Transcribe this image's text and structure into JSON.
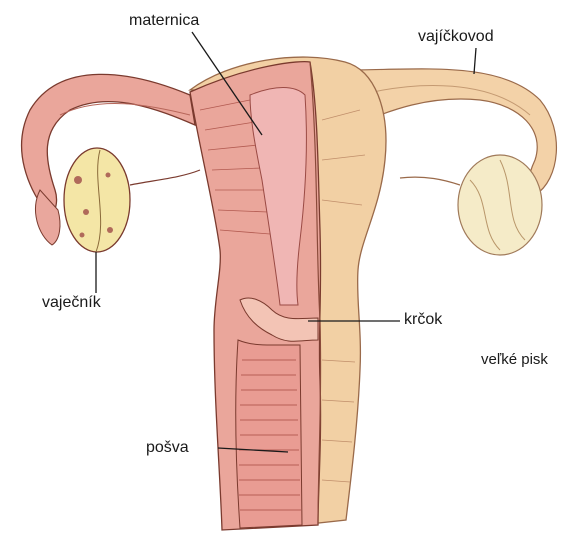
{
  "labels": {
    "uterus": "maternica",
    "fallopian_tube": "vajíčkovod",
    "ovary": "vaječník",
    "cervix": "krčok",
    "labia": "veľké pisk",
    "vagina": "pošva"
  },
  "colors": {
    "tissue_pink": "#e9a79d",
    "tissue_light": "#f5cfc0",
    "tissue_outer": "#f3d2a8",
    "cavity": "#f0b6b4",
    "ovary_fill": "#f4e6a6",
    "outline": "#7a3a2e",
    "leader": "#1a1a1a"
  }
}
